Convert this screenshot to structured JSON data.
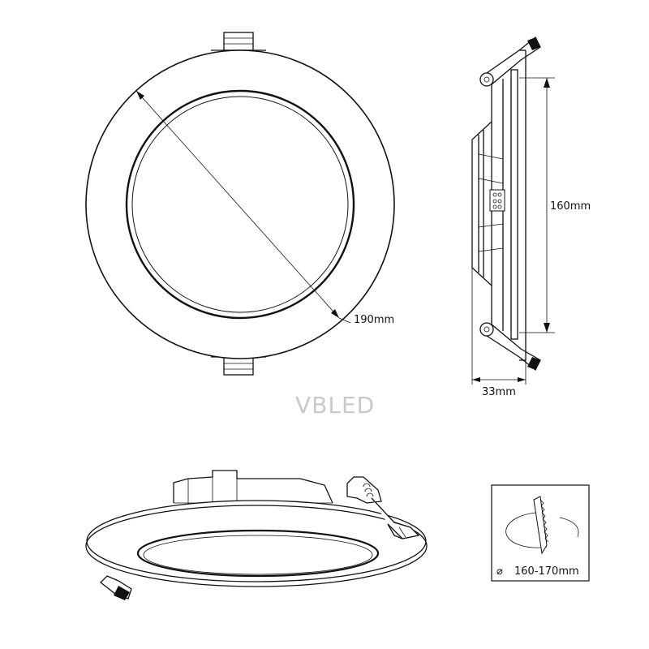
{
  "logo": {
    "text": "VBLED"
  },
  "front_view": {
    "diameter_label": "190mm"
  },
  "side_view": {
    "height_label": "160mm",
    "depth_label": "33mm"
  },
  "cutout": {
    "label": "160-170mm",
    "symbol": "⌀"
  }
}
